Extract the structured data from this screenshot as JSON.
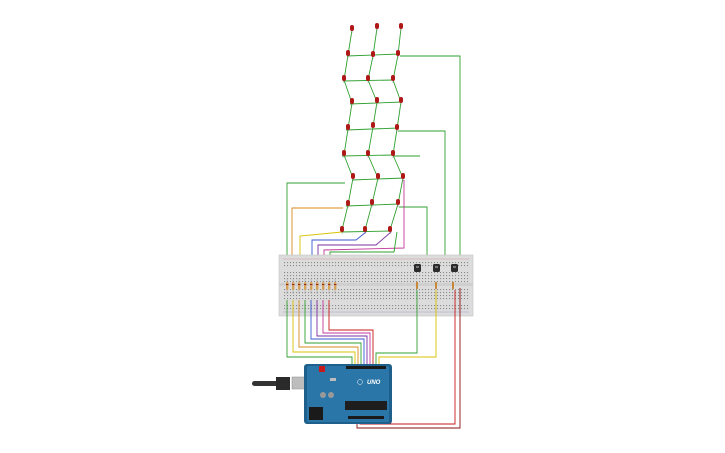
{
  "canvas": {
    "background": "#ffffff"
  },
  "arduino": {
    "label": "UNO",
    "board_color": "#1f5f8b",
    "accent_color": "#2b76a8"
  },
  "breadboard": {
    "color": "#dcdcdc"
  },
  "led_cube": {
    "layers": 3,
    "columns": 3,
    "rows": 3,
    "led_color": "#b01818"
  },
  "resistors": {
    "count": 9
  },
  "transistors": {
    "count": 3
  },
  "wire_colors": {
    "green": "#2fa02f",
    "yellow": "#d8c200",
    "orange": "#d88a1e",
    "red": "#c81a1a",
    "purple": "#7a2fa0",
    "blue": "#3a55d0",
    "pink": "#c23a9a",
    "dark_red": "#8b1010"
  }
}
